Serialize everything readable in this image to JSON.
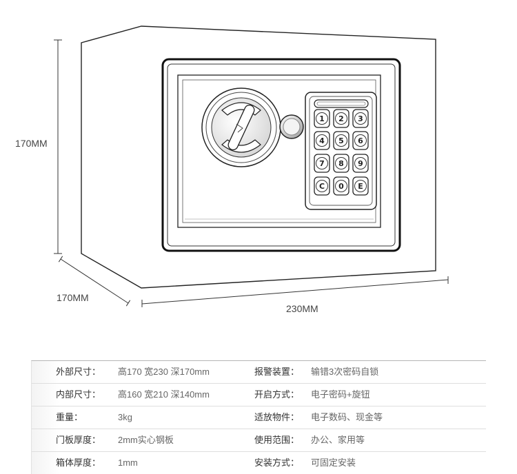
{
  "dimensions": {
    "height": "170MM",
    "depth": "170MM",
    "width": "230MM"
  },
  "keypad": {
    "keys": [
      "1",
      "2",
      "3",
      "4",
      "5",
      "6",
      "7",
      "8",
      "9",
      "C",
      "0",
      "E"
    ]
  },
  "specs": [
    {
      "label": "外部尺寸：",
      "value": "高170 宽230 深170mm",
      "label2": "报警装置：",
      "value2": "输错3次密码自锁"
    },
    {
      "label": "内部尺寸：",
      "value": "高160 宽210 深140mm",
      "label2": "开启方式：",
      "value2": "电子密码+旋钮"
    },
    {
      "label": "重量：",
      "value": "3kg",
      "label2": "适放物件：",
      "value2": "电子数码、现金等"
    },
    {
      "label": "门板厚度：",
      "value": "2mm实心钢板",
      "label2": "使用范围：",
      "value2": "办公、家用等"
    },
    {
      "label": "箱体厚度：",
      "value": "1mm",
      "label2": "安装方式：",
      "value2": "可固定安装"
    }
  ],
  "colors": {
    "line": "#222222",
    "label_text": "#333333",
    "value_text": "#666666",
    "table_rule": "#dedede"
  }
}
